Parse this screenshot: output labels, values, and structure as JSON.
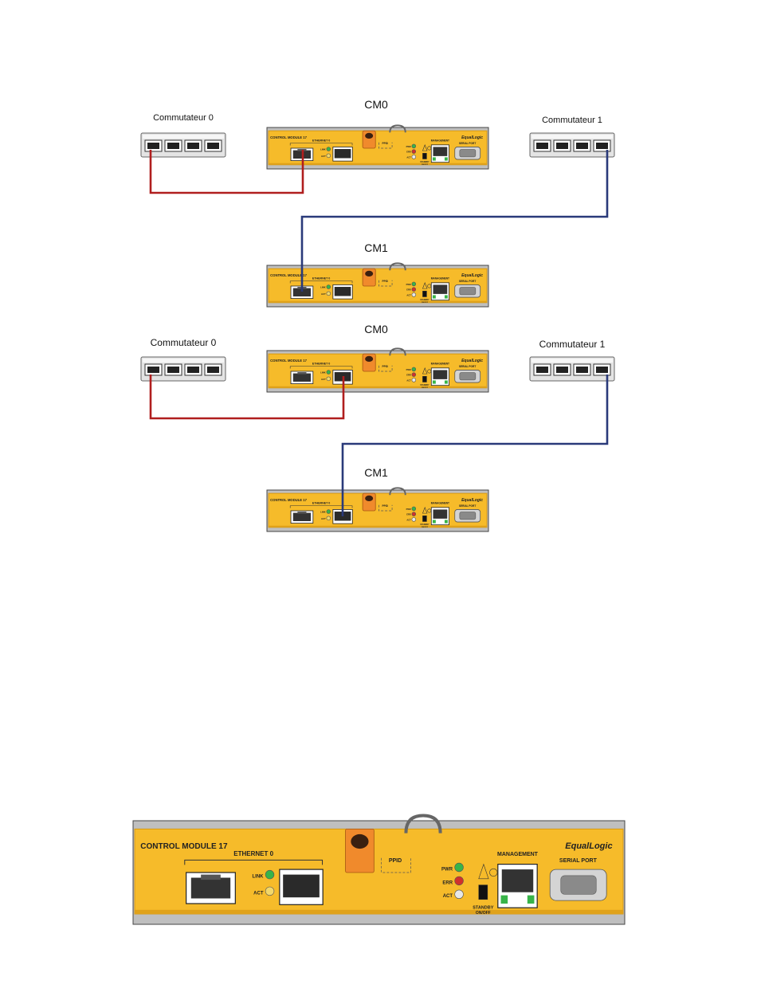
{
  "colors": {
    "panel": "#f6bb2a",
    "panel_edge": "#d89a12",
    "cable_red": "#b01e1e",
    "cable_blue": "#2a3a7a",
    "switch_body": "#e4e4e4",
    "port_orange": "#f08a2c",
    "led_green": "#38b449",
    "led_red": "#d0302c"
  },
  "diagram_a": {
    "cm0_label": "CM0",
    "cm1_label": "CM1",
    "switch0_label": "Commutateur 0",
    "switch1_label": "Commutateur 1"
  },
  "diagram_b": {
    "cm0_label": "CM0",
    "cm1_label": "CM1",
    "switch0_label": "Commutateur 0",
    "switch1_label": "Commutateur 1"
  },
  "module": {
    "name": "CONTROL MODULE 17",
    "ethernet": "ETHERNET 0",
    "link": "LINK",
    "act": "ACT",
    "pwr": "PWR",
    "err": "ERR",
    "management": "MANAGEMENT",
    "brand": "EqualLogic",
    "serial": "SERIAL PORT",
    "standby": "STANDBY",
    "onoff": "ON/OFF",
    "ppid": "PPID"
  }
}
